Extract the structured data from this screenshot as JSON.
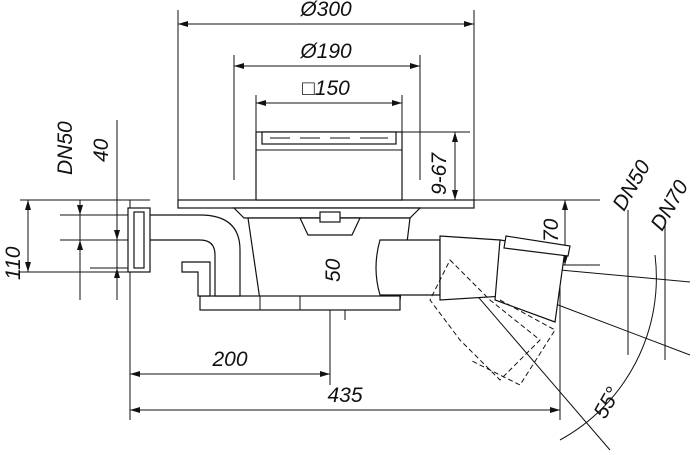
{
  "dimensions": {
    "d300": "Ø300",
    "d190": "Ø190",
    "sq150": "□150",
    "h9_67": "9-67",
    "dn50_left": "DN50",
    "h40": "40",
    "h110": "110",
    "h50": "50",
    "h70": "70",
    "dn50_right": "DN50",
    "dn70_right": "DN70",
    "l200": "200",
    "l435": "435",
    "angle55": "55°"
  }
}
